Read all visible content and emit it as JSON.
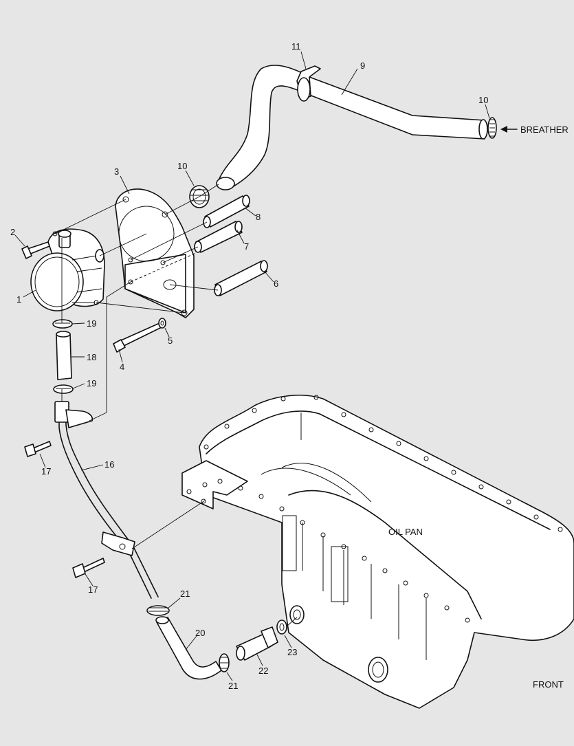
{
  "callouts": {
    "c1": "1",
    "c2": "2",
    "c3": "3",
    "c4": "4",
    "c5": "5",
    "c6": "6",
    "c7": "7",
    "c8": "8",
    "c9": "9",
    "c10a": "10",
    "c10b": "10",
    "c11": "11",
    "c16": "16",
    "c17a": "17",
    "c17b": "17",
    "c18": "18",
    "c19a": "19",
    "c19b": "19",
    "c20": "20",
    "c21a": "21",
    "c21b": "21",
    "c22": "22",
    "c23": "23"
  },
  "labels": {
    "breather": "BREATHER",
    "oil_pan": "OIL PAN",
    "front": "FRONT"
  }
}
